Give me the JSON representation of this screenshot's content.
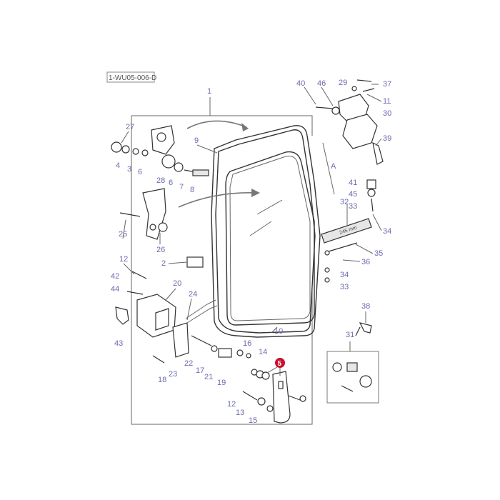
{
  "reference_code": "1-WU05-006-D",
  "highlight_color": "#c8102e",
  "label_color": "#6b6bb0",
  "dimension_label": "A",
  "strut_marking": "245 mm",
  "highlighted_callout": "5",
  "callouts": {
    "c1": "1",
    "c2": "2",
    "c3": "3",
    "c4": "4",
    "c5": "5",
    "c6a": "6",
    "c6b": "6",
    "c7": "7",
    "c8": "8",
    "c9": "9",
    "c10": "10",
    "c11": "11",
    "c12a": "12",
    "c12b": "12",
    "c13": "13",
    "c14": "14",
    "c15": "15",
    "c16": "16",
    "c17": "17",
    "c18": "18",
    "c19": "19",
    "c20": "20",
    "c21": "21",
    "c22": "22",
    "c23": "23",
    "c24": "24",
    "c25": "25",
    "c26": "26",
    "c27": "27",
    "c28": "28",
    "c29": "29",
    "c30": "30",
    "c31": "31",
    "c32": "32",
    "c33a": "33",
    "c33b": "33",
    "c34a": "34",
    "c34b": "34",
    "c35": "35",
    "c36": "36",
    "c37": "37",
    "c38": "38",
    "c39": "39",
    "c40": "40",
    "c41": "41",
    "c42": "42",
    "c43": "43",
    "c44": "44",
    "c45": "45",
    "c46": "46"
  }
}
